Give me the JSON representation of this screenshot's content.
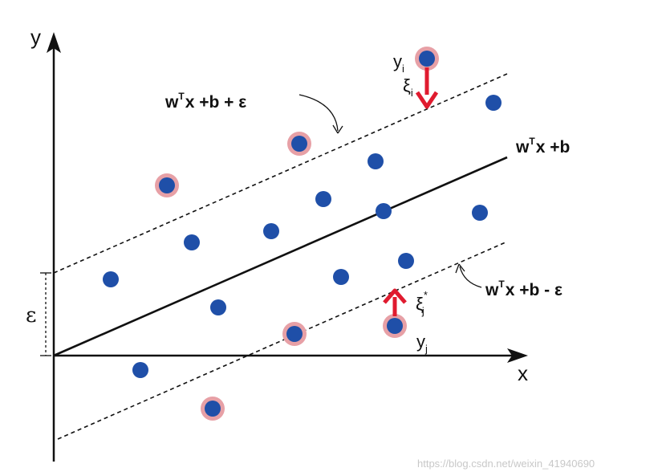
{
  "labels": {
    "y_axis": "y",
    "x_axis": "x",
    "epsilon": "ε"
  },
  "upper_margin": {
    "w": "w",
    "sup": "T",
    "rest": "x +b + ε"
  },
  "center_line": {
    "w": "w",
    "sup": "T",
    "rest": "x +b"
  },
  "lower_margin": {
    "w": "w",
    "sup": "T",
    "rest": "x +b - ε"
  },
  "slack_i": {
    "y": "y",
    "y_sub": "i",
    "xi": "ξ",
    "xi_sub": "i"
  },
  "slack_j": {
    "y": "y",
    "y_sub": "j",
    "xi": "ξ",
    "xi_sub": "j",
    "xi_sup": "*"
  },
  "watermark": "https://blog.csdn.net/weixin_41940690",
  "colors": {
    "point": "#1f4fa8",
    "outlier_ring": "#e7a0a6",
    "arrow": "#e01b2f",
    "line": "#111111"
  }
}
